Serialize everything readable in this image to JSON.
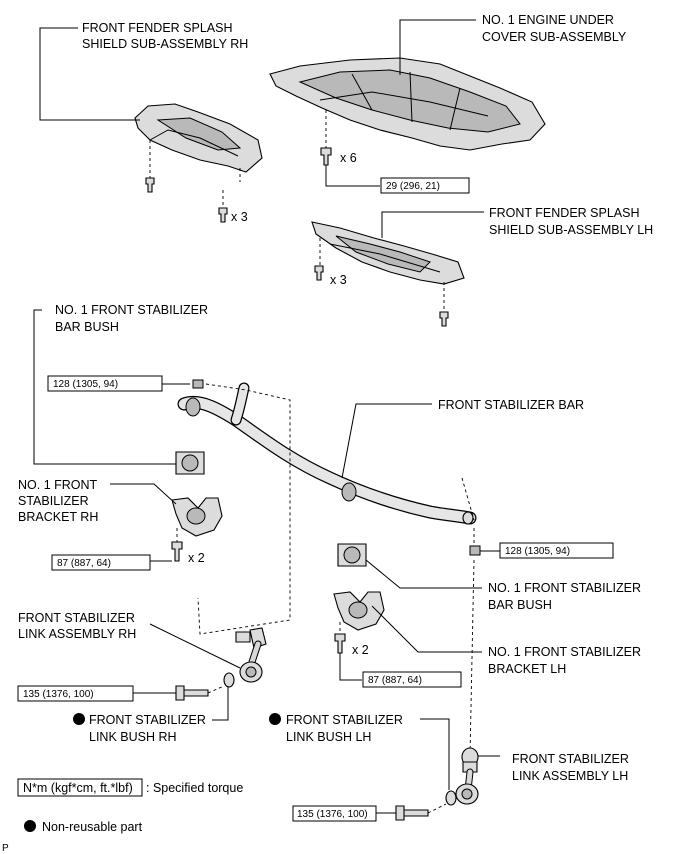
{
  "labels": {
    "fender_rh": [
      "FRONT FENDER SPLASH",
      "SHIELD SUB-ASSEMBLY RH"
    ],
    "under_cover": [
      "NO. 1 ENGINE UNDER",
      "COVER SUB-ASSEMBLY"
    ],
    "fender_lh": [
      "FRONT FENDER SPLASH",
      "SHIELD SUB-ASSEMBLY LH"
    ],
    "bar_bush_top": [
      "NO. 1 FRONT STABILIZER",
      "BAR BUSH"
    ],
    "stabilizer_bar": "FRONT STABILIZER BAR",
    "bracket_rh": [
      "NO. 1 FRONT",
      "STABILIZER",
      "BRACKET RH"
    ],
    "bar_bush_lh": [
      "NO. 1 FRONT STABILIZER",
      "BAR BUSH"
    ],
    "bracket_lh": [
      "NO. 1 FRONT STABILIZER",
      "BRACKET LH"
    ],
    "link_rh": [
      "FRONT STABILIZER",
      "LINK ASSEMBLY RH"
    ],
    "link_bush_rh": [
      "FRONT STABILIZER",
      "LINK BUSH RH"
    ],
    "link_bush_lh": [
      "FRONT STABILIZER",
      "LINK BUSH LH"
    ],
    "link_lh": [
      "FRONT STABILIZER",
      "LINK ASSEMBLY LH"
    ]
  },
  "quantities": {
    "fender_rh_bolts": "x 3",
    "under_cover_bolts": "x 6",
    "fender_lh_bolts": "x 3",
    "bracket_rh_bolts": "x 2",
    "bracket_lh_bolts": "x 2"
  },
  "torques": {
    "under_cover": "29 (296, 21)",
    "bush_top": "128 (1305, 94)",
    "bracket_rh": "87 (887, 64)",
    "link_rh": "135 (1376, 100)",
    "bush_right": "128 (1305, 94)",
    "bracket_lh": "87 (887, 64)",
    "link_lh": "135 (1376, 100)"
  },
  "legend": {
    "torque_unit": "N*m (kgf*cm, ft.*lbf)",
    "torque_desc": ": Specified torque",
    "non_reusable": "Non-reusable part"
  },
  "corner_mark": "P"
}
